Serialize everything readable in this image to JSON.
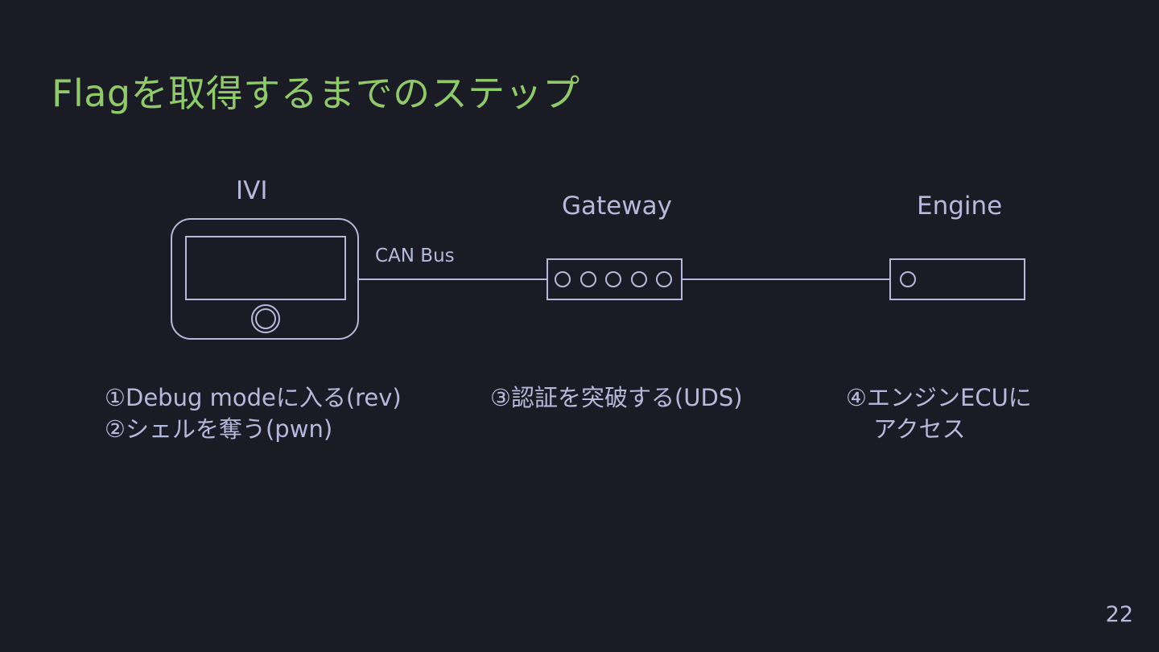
{
  "title": "Flagを取得するまでのステップ",
  "diagram": {
    "nodes": {
      "ivi": {
        "label": "IVI"
      },
      "gateway": {
        "label": "Gateway"
      },
      "engine": {
        "label": "Engine"
      }
    },
    "bus_label": "CAN Bus"
  },
  "colors": {
    "background": "#1b1b26",
    "title": "#8fca68",
    "foreground": "#b6b9dc"
  },
  "icons": {
    "ivi": "ivi-screen-icon",
    "gateway": "gateway-ports-icon",
    "engine": "engine-ecu-icon"
  },
  "steps": {
    "ivi": [
      "①Debug modeに入る(rev)",
      "②シェルを奪う(pwn)"
    ],
    "gateway": [
      "③認証を突破する(UDS)"
    ],
    "engine": [
      "④エンジンECUに",
      "アクセス"
    ]
  },
  "page_number": "22"
}
